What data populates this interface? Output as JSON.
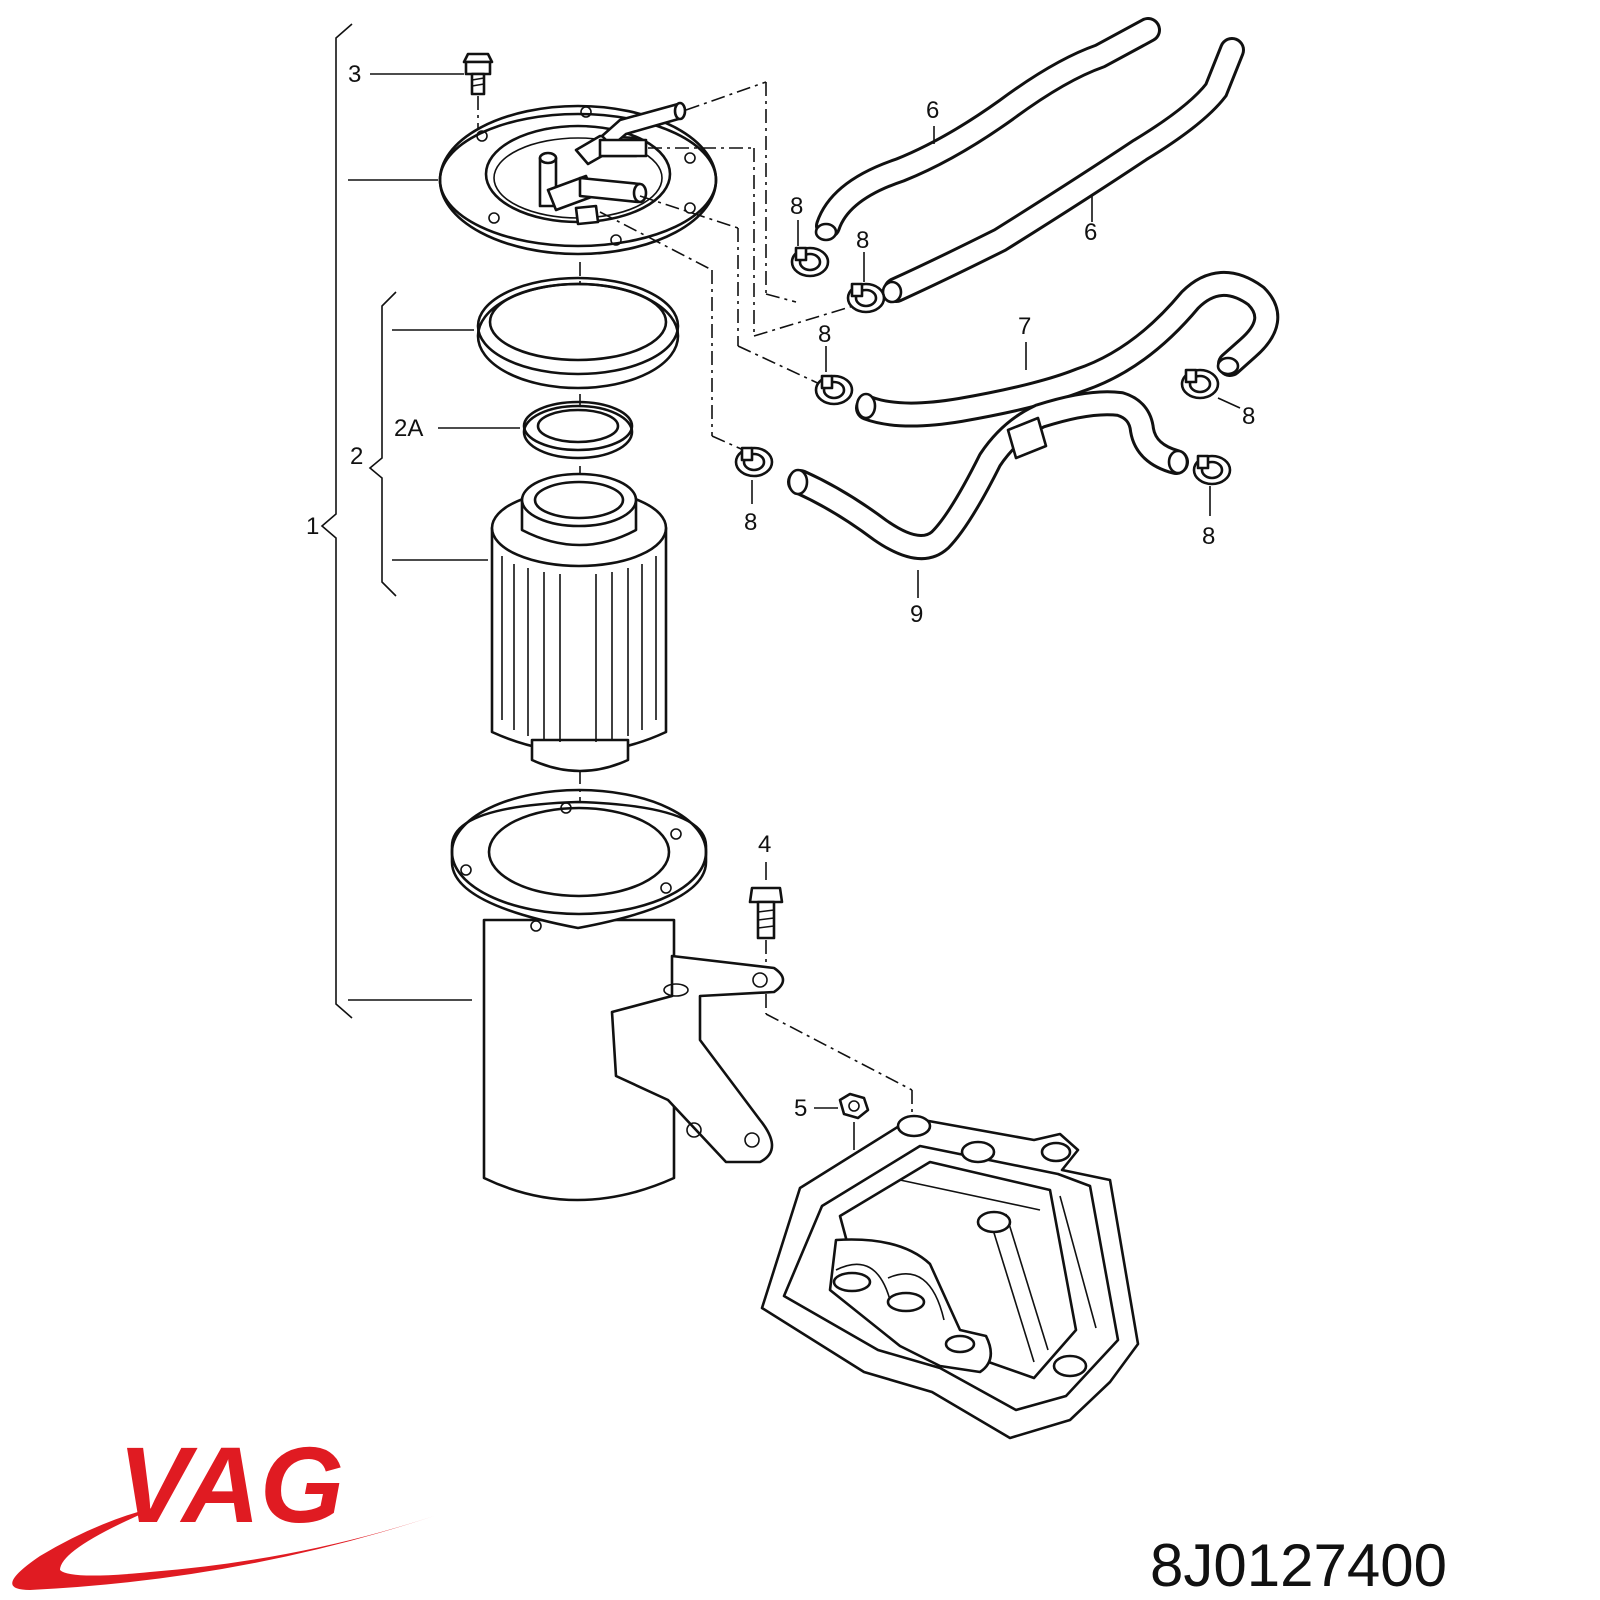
{
  "diagram": {
    "callouts": {
      "c1": "1",
      "c2": "2",
      "c2a": "2A",
      "c3": "3",
      "c4": "4",
      "c5": "5",
      "c6a": "6",
      "c6b": "6",
      "c7": "7",
      "c8a": "8",
      "c8b": "8",
      "c8c": "8",
      "c8d": "8",
      "c8e": "8",
      "c8f": "8",
      "c9": "9"
    }
  },
  "brand": {
    "logo_text": "VAG",
    "logo_color": "#e01b22"
  },
  "part_number": "8J0127400"
}
